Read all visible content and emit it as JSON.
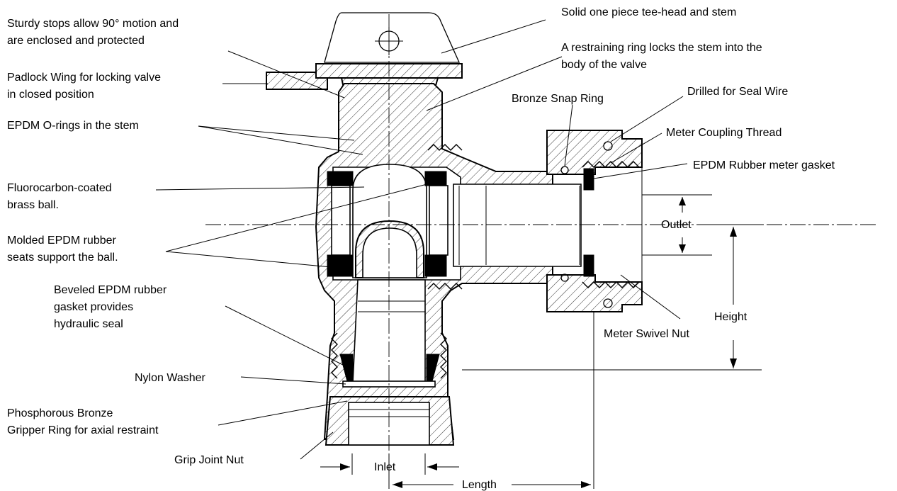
{
  "labels": {
    "sturdy_stops": [
      "Sturdy stops allow 90° motion and",
      "are enclosed and protected"
    ],
    "tee_head": [
      "Solid one piece tee-head and stem"
    ],
    "restraining_ring": [
      "A restraining ring locks the stem into the",
      "body of the valve"
    ],
    "padlock_wing": [
      "Padlock Wing for locking valve",
      "in closed position"
    ],
    "bronze_snap_ring": [
      "Bronze Snap Ring"
    ],
    "drilled_seal_wire": [
      "Drilled for Seal Wire"
    ],
    "epdm_orings": [
      "EPDM O-rings in the stem"
    ],
    "meter_coupling_thread": [
      "Meter Coupling Thread"
    ],
    "meter_gasket": [
      "EPDM Rubber meter gasket"
    ],
    "fluorocarbon_ball": [
      "Fluorocarbon-coated",
      "brass ball."
    ],
    "outlet": [
      "Outlet"
    ],
    "molded_seats": [
      "Molded EPDM rubber",
      "seats support the ball."
    ],
    "beveled_gasket": [
      "Beveled EPDM rubber",
      "gasket provides",
      "hydraulic seal"
    ],
    "height": [
      "Height"
    ],
    "meter_swivel_nut": [
      "Meter Swivel Nut"
    ],
    "nylon_washer": [
      "Nylon Washer"
    ],
    "gripper_ring": [
      "Phosphorous Bronze",
      "Gripper Ring for axial restraint"
    ],
    "grip_joint_nut": [
      "Grip Joint Nut"
    ],
    "inlet": [
      "Inlet"
    ],
    "length": [
      "Length"
    ]
  }
}
